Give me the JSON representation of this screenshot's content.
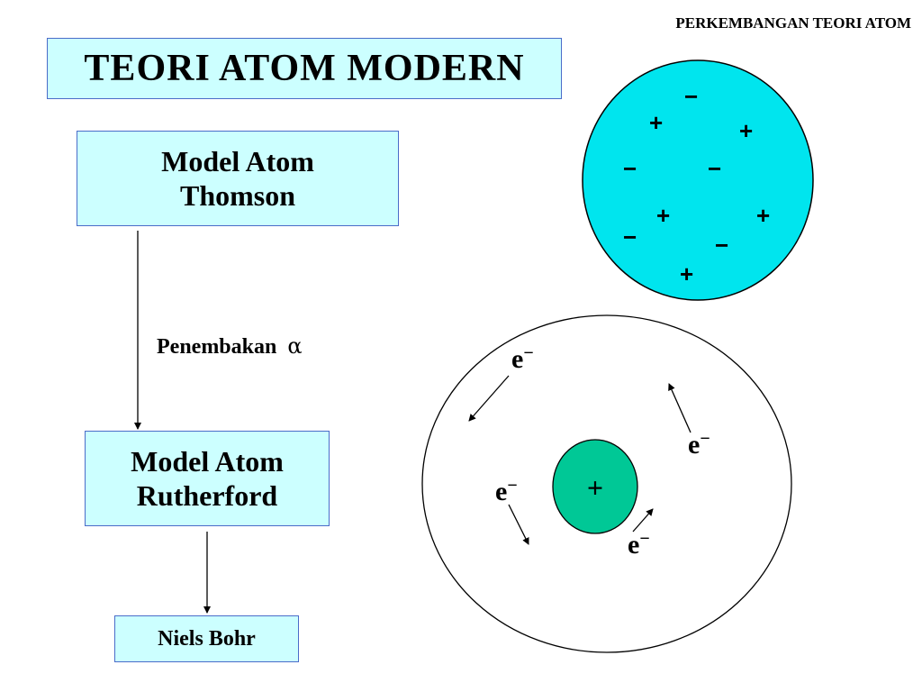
{
  "header": {
    "title": "PERKEMBANGAN TEORI ATOM"
  },
  "main_title": "TEORI  ATOM  MODERN",
  "flow": {
    "thomson": {
      "line1": "Model Atom",
      "line2": "Thomson"
    },
    "transition_label": "Penembakan",
    "transition_symbol": "α",
    "rutherford": {
      "line1": "Model Atom",
      "line2": "Rutherford"
    },
    "bohr": "Niels Bohr"
  },
  "thomson_model": {
    "fill_color": "#00e5ee",
    "plus_symbol": "+",
    "minus_symbol": "−"
  },
  "rutherford_model": {
    "nucleus_color": "#00c896",
    "nucleus_symbol": "+",
    "electron_label": "e",
    "electron_sup": "−"
  }
}
